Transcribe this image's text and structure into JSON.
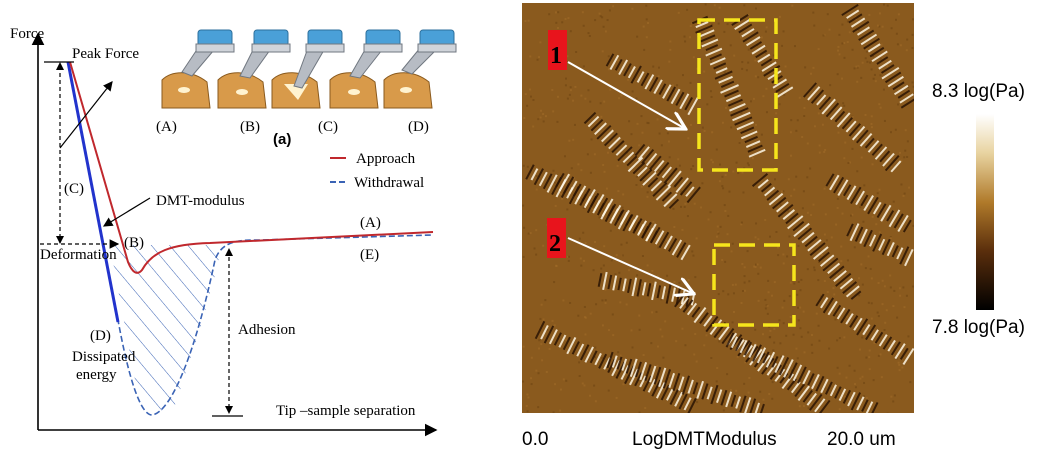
{
  "left_panel": {
    "axis": {
      "y_label": "Force",
      "x_label": "Tip –sample separation"
    },
    "annotations": {
      "peak_force": "Peak Force",
      "dmt_modulus": "DMT-modulus",
      "deformation": "Deformation",
      "adhesion": "Adhesion",
      "dissipated_energy_line1": "Dissipated",
      "dissipated_energy_line2": "energy"
    },
    "point_labels": {
      "C": "(C)",
      "B": "(B)",
      "A": "(A)",
      "E": "(E)",
      "D": "(D)"
    },
    "legend": {
      "approach": {
        "label": "Approach",
        "color": "#c0282d"
      },
      "withdrawal": {
        "label": "Withdrawal",
        "color": "#3a63b5"
      }
    },
    "inset": {
      "caption": "(a)",
      "stage_labels": [
        "(A)",
        "(B)",
        "(C)",
        "(D)"
      ]
    }
  },
  "right_panel": {
    "scan_start": "0.0",
    "scan_title": "LogDMTModulus",
    "scan_end": "20.0 um",
    "colorbar": {
      "max": "8.3 log(Pa)",
      "min": "7.8 log(Pa)"
    },
    "regions": [
      {
        "label": "1"
      },
      {
        "label": "2"
      }
    ],
    "colors": {
      "box": "#f5e51c",
      "marker": "#e8141c",
      "map_base": "#8a5a1e"
    }
  }
}
